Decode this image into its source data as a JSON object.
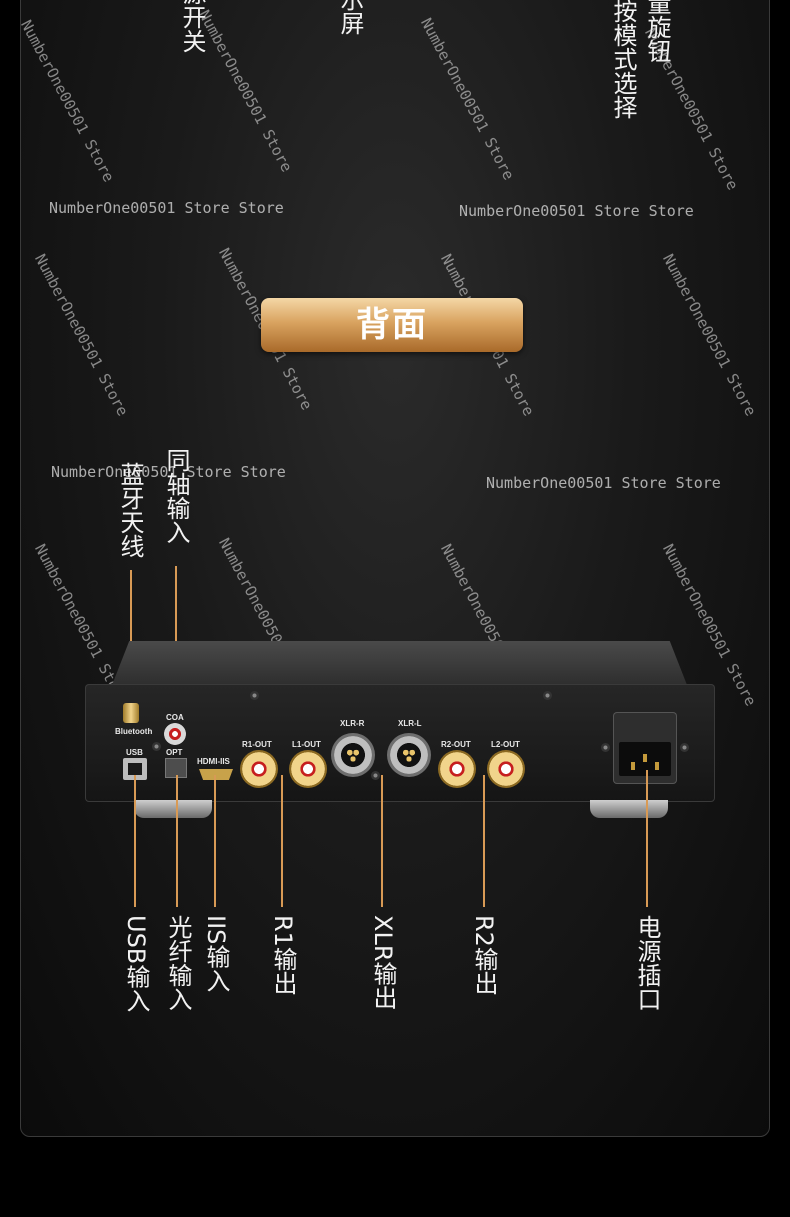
{
  "top_labels": [
    "源开关",
    "示屏",
    "按模式选择",
    "量旋钮"
  ],
  "watermark_text": "NumberOne00501 Store Store",
  "watermark_diag_text": "NumberOne00501 Store",
  "section_title": "背面",
  "callouts_top": {
    "bluetooth_antenna": "蓝牙天线",
    "coaxial_input": "同轴输入"
  },
  "callouts_bottom": {
    "usb_input": "USB输入",
    "optical_input": "光纤输入",
    "iis_input": "IIS输入",
    "r1_output": "R1输出",
    "xlr_output": "XLR输出",
    "r2_output": "R2输出",
    "power_socket": "电源插口"
  },
  "ports": {
    "bluetooth": "Bluetooth",
    "coa": "COA",
    "usb": "USB",
    "opt": "OPT",
    "hdmi_iis": "HDMI-IIS",
    "r1_out": "R1-OUT",
    "l1_out": "L1-OUT",
    "xlr_r": "XLR-R",
    "xlr_l": "XLR-L",
    "r2_out": "R2-OUT",
    "l2_out": "L2-OUT"
  },
  "colors": {
    "badge_gold": "#d9a360",
    "callout_line": "#d89a55",
    "background": "#000000"
  }
}
